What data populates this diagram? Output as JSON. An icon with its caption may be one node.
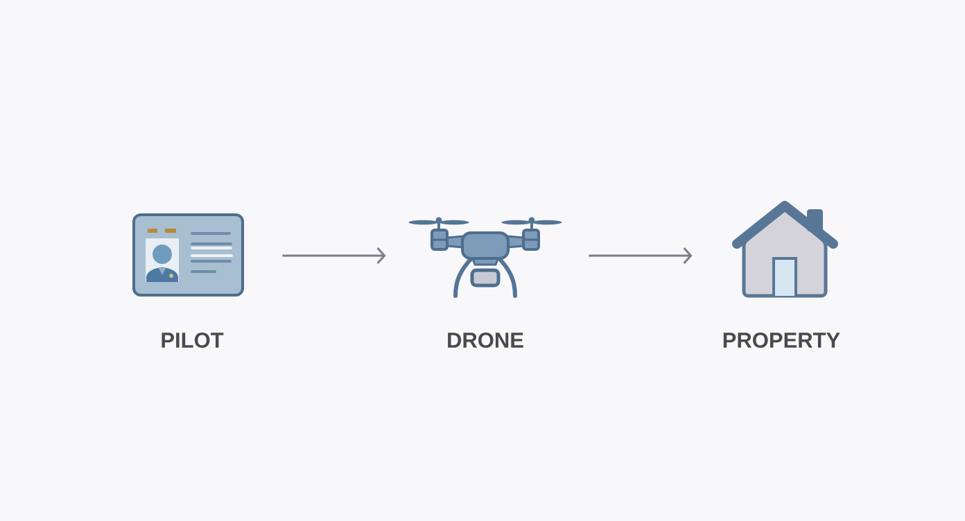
{
  "diagram": {
    "nodes": [
      {
        "text": [],
        "shape": "picture",
        "beside": [
          "PILOT"
        ]
      },
      {
        "text": [],
        "shape": "picture",
        "beside": [
          "DRONE"
        ]
      },
      {
        "text": [],
        "shape": "picture",
        "beside": [
          "PROPERTY"
        ]
      }
    ],
    "edges": [
      {
        "from": 0,
        "to": 1,
        "arrow": "to"
      },
      {
        "from": 1,
        "to": 2,
        "arrow": "to"
      }
    ]
  }
}
